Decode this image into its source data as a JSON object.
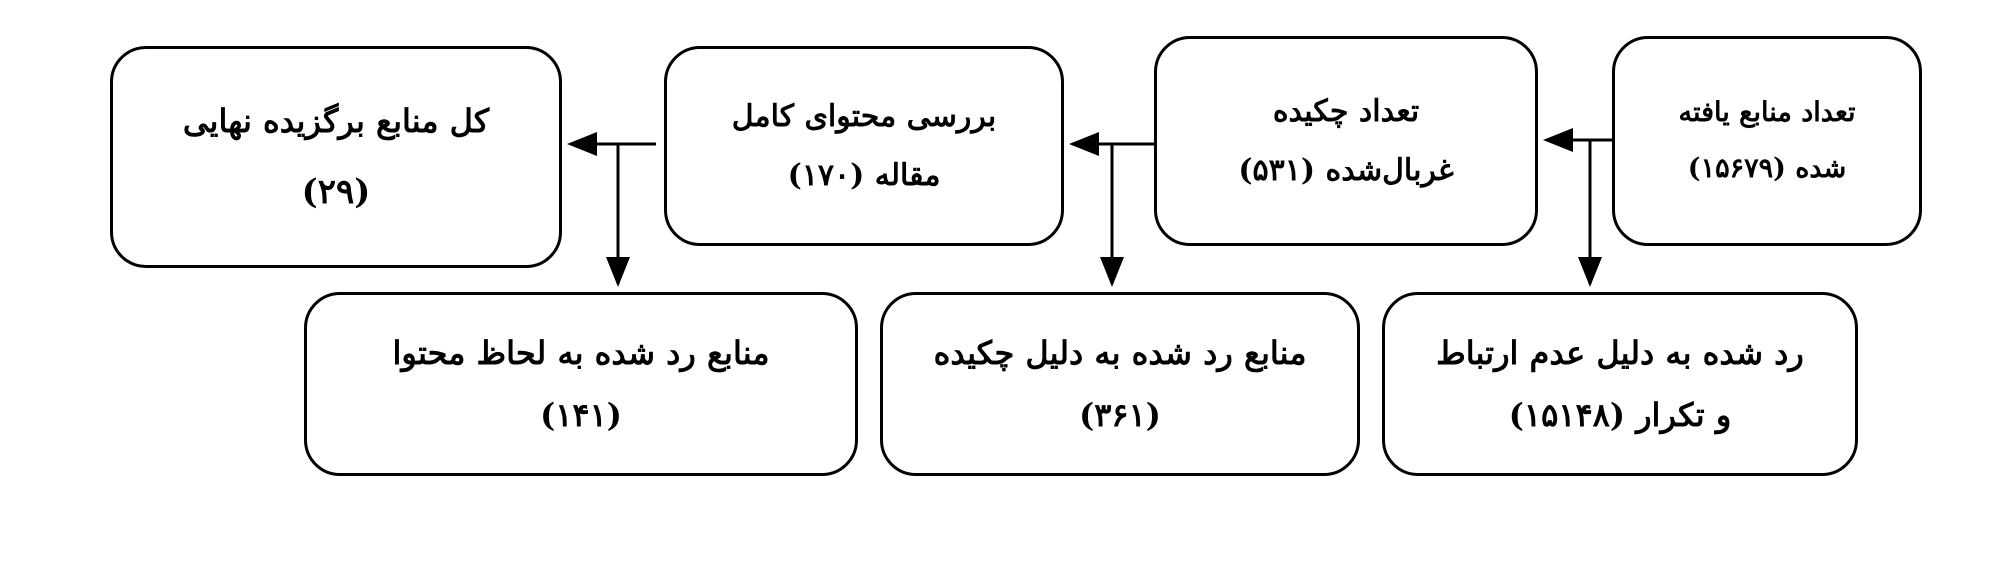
{
  "nodes": {
    "found": {
      "line1": "تعداد منابع یافته",
      "line2": "شده (۱۵۶۷۹)"
    },
    "screened": {
      "line1": "تعداد چکیده",
      "line2": "غربال‌شده (۵۳۱)"
    },
    "fulltext": {
      "line1": "بررسی محتوای کامل",
      "line2": "مقاله (۱۷۰)"
    },
    "final": {
      "line1": "کل منابع برگزیده نهایی",
      "line2": "(۲۹)"
    },
    "rejected_relevance": {
      "line1": "رد شده به دلیل عدم ارتباط",
      "line2": "و تکرار (۱۵۱۴۸)"
    },
    "rejected_abstract": {
      "line1": "منابع رد شده به دلیل چکیده",
      "line2": "(۳۶۱)"
    },
    "rejected_content": {
      "line1": "منابع رد شده به لحاظ محتوا",
      "line2": "(۱۴۱)"
    }
  },
  "style": {
    "line_color": "#000000",
    "box_fill": "#ffffff"
  }
}
